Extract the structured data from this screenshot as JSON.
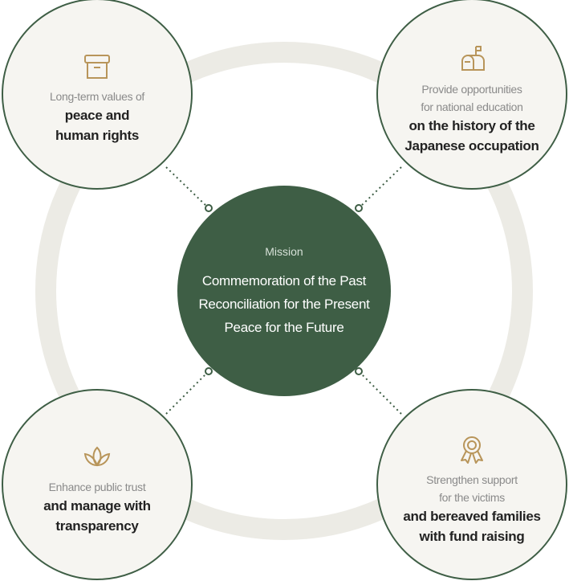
{
  "mission": {
    "label": "Mission",
    "lines": [
      "Commemoration of the Past",
      "Reconciliation for the Present",
      "Peace for the Future"
    ]
  },
  "values": {
    "top_left": {
      "icon": "archive-box-icon",
      "light": [
        "Long-term values of"
      ],
      "bold": [
        "peace and",
        "human rights"
      ]
    },
    "top_right": {
      "icon": "mailbox-icon",
      "light": [
        "Provide opportunities",
        "for national education"
      ],
      "bold": [
        "on the history of the",
        "Japanese occupation"
      ]
    },
    "bottom_left": {
      "icon": "lotus-icon",
      "light": [
        "Enhance public trust"
      ],
      "bold": [
        "and manage with",
        "transparency"
      ]
    },
    "bottom_right": {
      "icon": "award-ribbon-icon",
      "light": [
        "Strengthen support",
        "for the victims"
      ],
      "bold": [
        "and bereaved families",
        "with fund raising"
      ]
    }
  },
  "colors": {
    "primary_green": "#3e5e45",
    "ring": "#ecebe5",
    "icon_gold": "#b8955a"
  }
}
